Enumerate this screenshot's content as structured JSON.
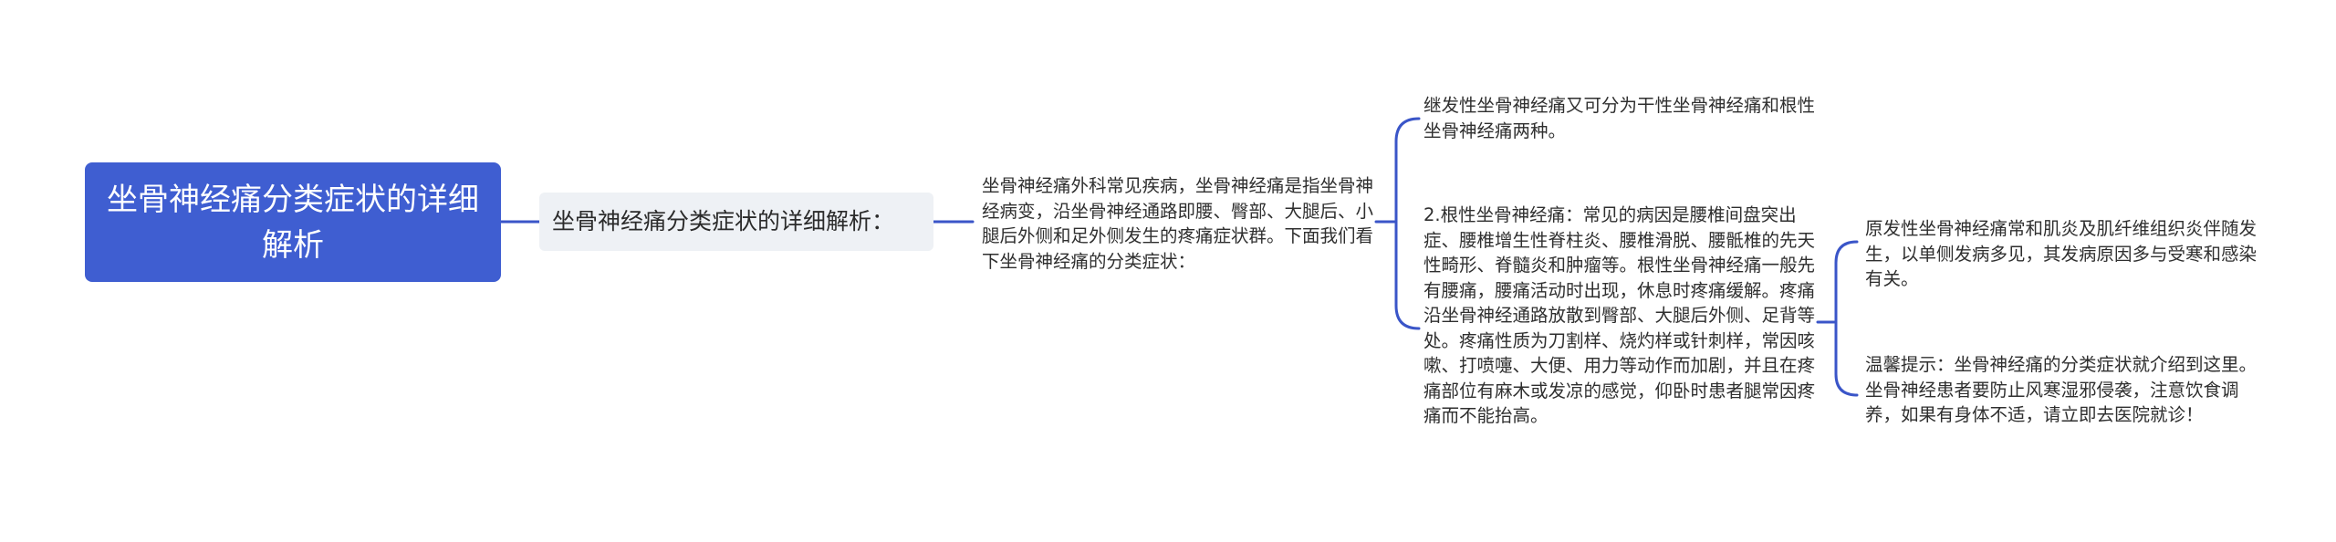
{
  "root": {
    "title": "坐骨神经痛分类症状的详细解析"
  },
  "level1": {
    "label": "坐骨神经痛分类症状的详细解析："
  },
  "intro": {
    "text": "坐骨神经痛外科常见疾病，坐骨神经痛是指坐骨神经病变，沿坐骨神经通路即腰、臀部、大腿后、小腿后外侧和足外侧发生的疼痛症状群。下面我们看下坐骨神经痛的分类症状："
  },
  "branches": {
    "secondary": "继发性坐骨神经痛又可分为干性坐骨神经痛和根性坐骨神经痛两种。",
    "radicular": "2.根性坐骨神经痛：常见的病因是腰椎间盘突出症、腰椎增生性脊柱炎、腰椎滑脱、腰骶椎的先天性畸形、脊髓炎和肿瘤等。根性坐骨神经痛一般先有腰痛，腰痛活动时出现，休息时疼痛缓解。疼痛沿坐骨神经通路放散到臀部、大腿后外侧、足背等处。疼痛性质为刀割样、烧灼样或针刺样，常因咳嗽、打喷嚏、大便、用力等动作而加剧，并且在疼痛部位有麻木或发凉的感觉，仰卧时患者腿常因疼痛而不能抬高。"
  },
  "leaves": {
    "primary": "原发性坐骨神经痛常和肌炎及肌纤维组织炎伴随发生，以单侧发病多见，其发病原因多与受寒和感染有关。",
    "tip": "温馨提示：坐骨神经痛的分类症状就介绍到这里。坐骨神经患者要防止风寒湿邪侵袭，注意饮食调养，如果有身体不适，请立即去医院就诊！"
  },
  "colors": {
    "accent": "#3f5ed1",
    "connector": "#3a55c8",
    "level1_bg": "#eef1f5",
    "text": "#2f2f2f"
  }
}
